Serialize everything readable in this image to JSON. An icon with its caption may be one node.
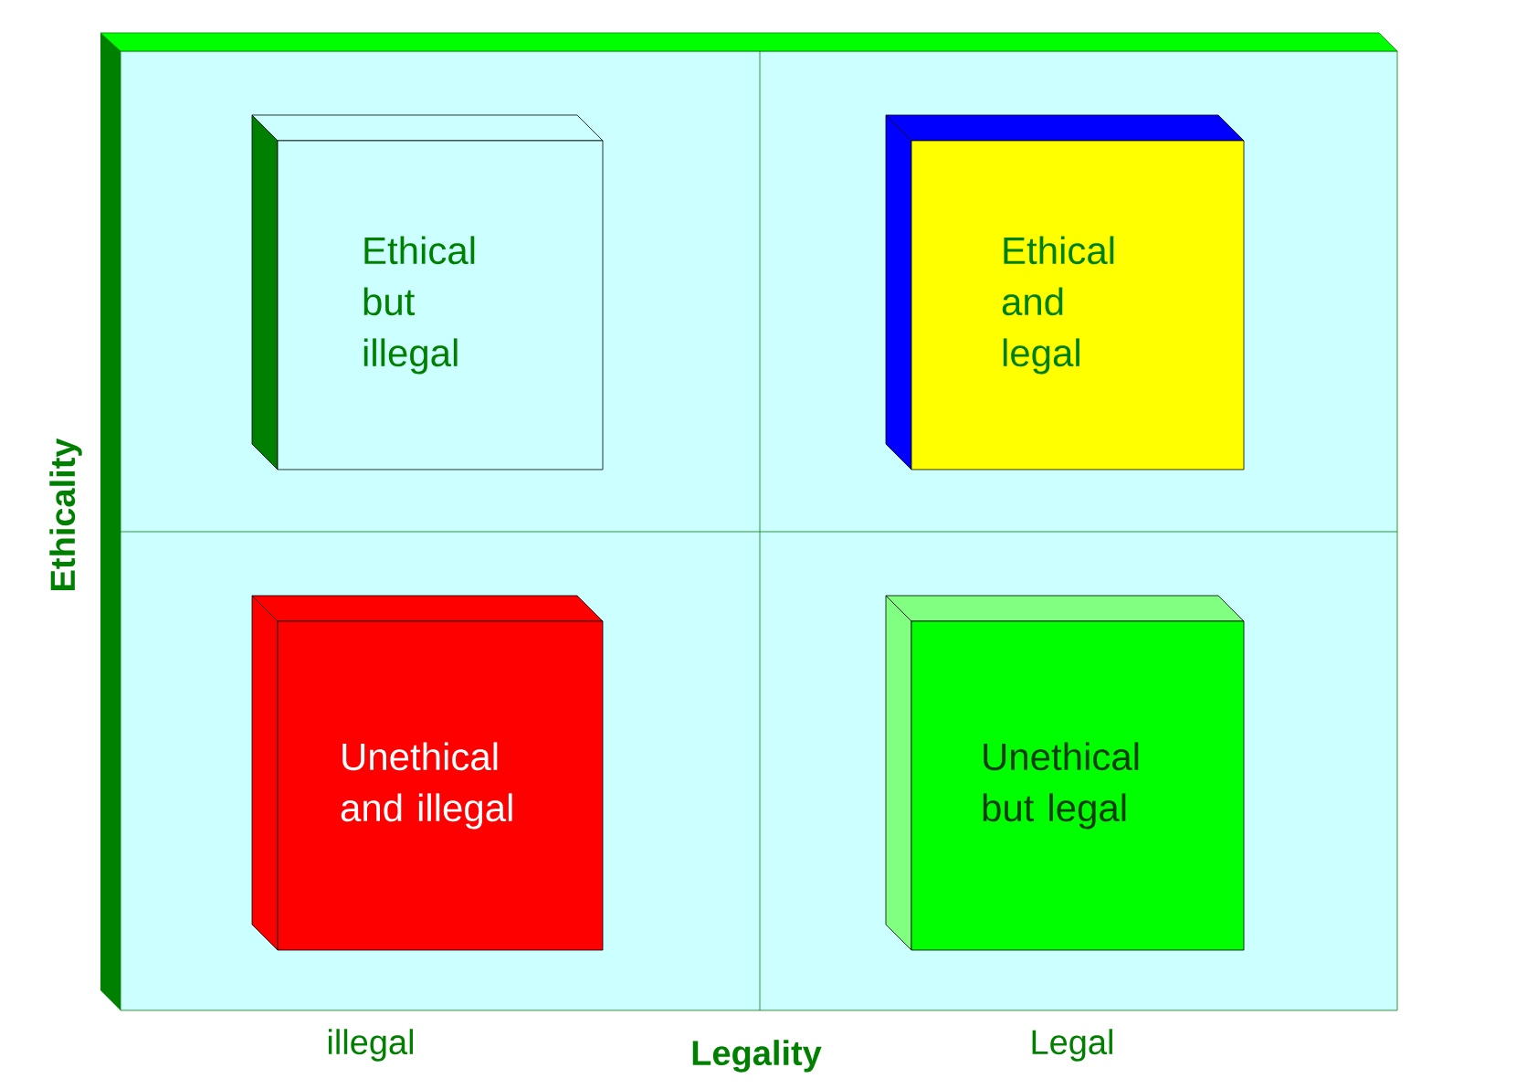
{
  "diagram": {
    "nodes": [
      {
        "text": [
          "Ethical but illegal"
        ]
      },
      {
        "text": [
          "Ethical and legal"
        ]
      },
      {
        "text": [
          "Unethical and illegal"
        ]
      },
      {
        "text": [
          "Unethical but legal"
        ]
      }
    ],
    "labels": [
      "Ethicality",
      "illegal",
      "Legality",
      "Legal"
    ]
  }
}
